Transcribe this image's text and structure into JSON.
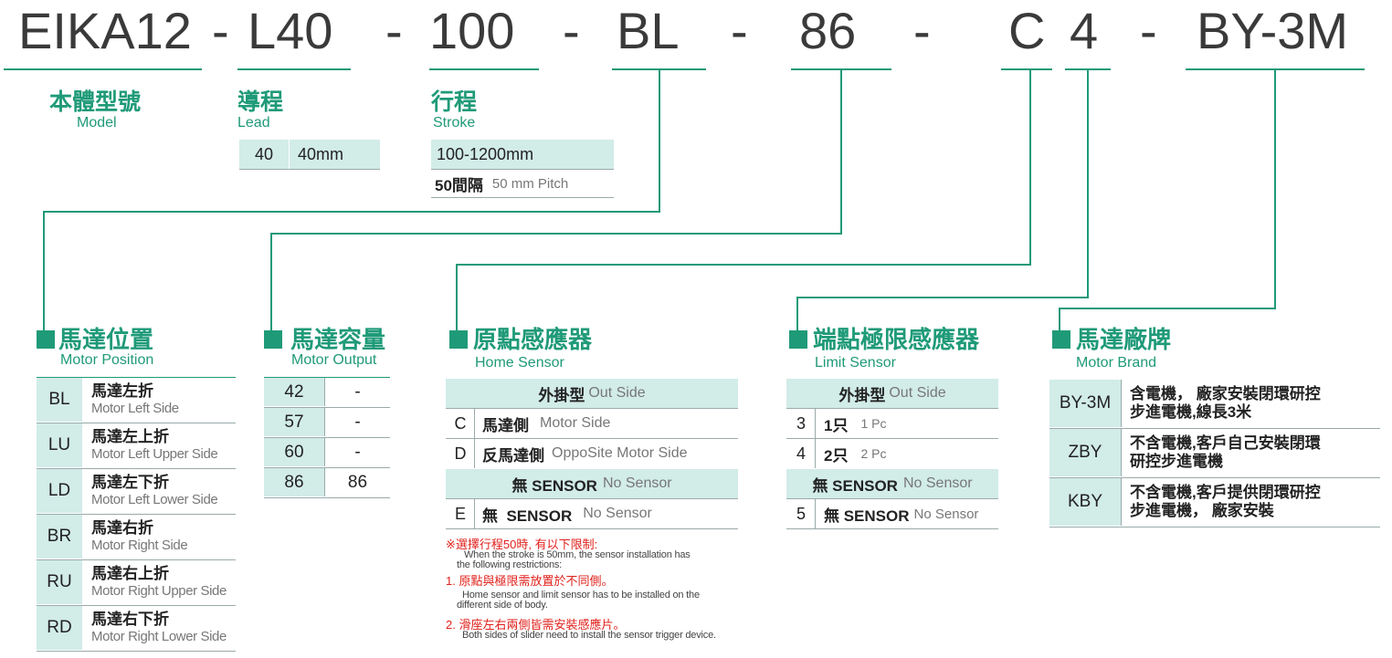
{
  "code": {
    "segments": [
      "EIKA12",
      "L40",
      "100",
      "BL",
      "86",
      "C",
      "4",
      "BY-3M"
    ],
    "separator": "-"
  },
  "colors": {
    "accent": "#1f9a78",
    "table_bg": "#d2ece8",
    "warning": "#e0201b",
    "code_text": "#3a3a3a"
  },
  "model": {
    "zh": "本體型號",
    "en": "Model"
  },
  "lead": {
    "zh": "導程",
    "en": "Lead",
    "rows": [
      {
        "code": "40",
        "value": "40mm"
      }
    ]
  },
  "stroke": {
    "zh": "行程",
    "en": "Stroke",
    "range": "100-1200mm",
    "pitch_zh": "50間隔",
    "pitch_en": "50 mm Pitch"
  },
  "motor_position": {
    "zh": "馬達位置",
    "en": "Motor Position",
    "rows": [
      {
        "code": "BL",
        "zh": "馬達左折",
        "en": "Motor Left Side"
      },
      {
        "code": "LU",
        "zh": "馬達左上折",
        "en": "Motor Left Upper Side"
      },
      {
        "code": "LD",
        "zh": "馬達左下折",
        "en": "Motor Left Lower Side"
      },
      {
        "code": "BR",
        "zh": "馬達右折",
        "en": "Motor Right Side"
      },
      {
        "code": "RU",
        "zh": "馬達右上折",
        "en": "Motor Right Upper Side"
      },
      {
        "code": "RD",
        "zh": "馬達右下折",
        "en": "Motor Right Lower Side"
      }
    ]
  },
  "motor_output": {
    "zh": "馬達容量",
    "en": "Motor Output",
    "rows": [
      {
        "code": "42",
        "value": "-"
      },
      {
        "code": "57",
        "value": "-"
      },
      {
        "code": "60",
        "value": "-"
      },
      {
        "code": "86",
        "value": "86"
      }
    ]
  },
  "home_sensor": {
    "zh": "原點感應器",
    "en": "Home Sensor",
    "header_zh": "外掛型",
    "header_en": "Out Side",
    "rows": [
      {
        "code": "C",
        "zh": "馬達側",
        "en": "Motor Side"
      },
      {
        "code": "D",
        "zh": "反馬達側",
        "en": "OppoSite Motor Side"
      }
    ],
    "no_sensor_zh": "無 SENSOR",
    "no_sensor_en": "No Sensor",
    "e_code": "E",
    "e_zh": "無  SENSOR",
    "e_en": "No Sensor"
  },
  "notes": {
    "title": "※選擇行程50時, 有以下限制:",
    "title_en_1": "When the stroke is 50mm, the sensor installation has",
    "title_en_2": "the following restrictions:",
    "n1_zh": "1. 原點與極限需放置於不同側。",
    "n1_en_1": "Home sensor and limit sensor has to be installed on the",
    "n1_en_2": "different side of body.",
    "n2_zh": "2. 滑座左右兩側皆需安裝感應片。",
    "n2_en": "Both sides of slider need to install the sensor trigger device."
  },
  "limit_sensor": {
    "zh": "端點極限感應器",
    "en": "Limit Sensor",
    "header_zh": "外掛型",
    "header_en": "Out Side",
    "rows": [
      {
        "code": "3",
        "zh": "1只",
        "en": "1 Pc"
      },
      {
        "code": "4",
        "zh": "2只",
        "en": "2 Pc"
      }
    ],
    "no_sensor_zh": "無 SENSOR",
    "no_sensor_en": "No Sensor",
    "r5_code": "5",
    "r5_zh": "無 SENSOR",
    "r5_en": "No Sensor"
  },
  "motor_brand": {
    "zh": "馬達廠牌",
    "en": "Motor Brand",
    "rows": [
      {
        "code": "BY-3M",
        "l1": "含電機， 廠家安裝閉環研控",
        "l2": "步進電機,線長3米"
      },
      {
        "code": "ZBY",
        "l1": "不含電機,客戶自己安裝閉環",
        "l2": "研控步進電機"
      },
      {
        "code": "KBY",
        "l1": "不含電機,客戶提供閉環研控",
        "l2": "步進電機， 廠家安裝"
      }
    ]
  }
}
